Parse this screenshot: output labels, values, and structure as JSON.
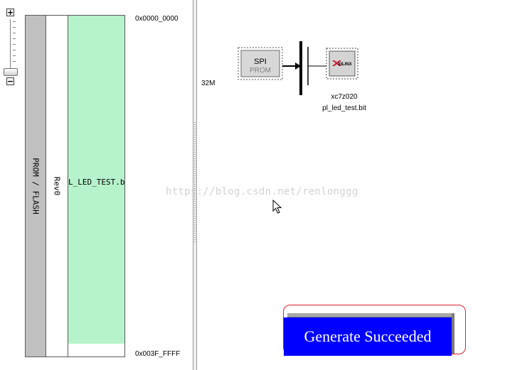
{
  "zoom": {
    "zoom_in": "+",
    "zoom_out": "−"
  },
  "memory_map": {
    "device_column": "PROM / FLASH",
    "revision_column": "Rev0",
    "file_entry": "L_LED_TEST.bi",
    "start_address": "0x0000_0000",
    "end_address": "0x003F_FFFF"
  },
  "chain": {
    "size_label": "32M",
    "prom": {
      "title": "SPI",
      "subtitle": "PROM"
    },
    "fpga": {
      "logo": "XILINX",
      "part": "xc7z020",
      "file": "pl_led_test.bit"
    }
  },
  "watermark": "https://blog.csdn.net/renlonggg",
  "status": {
    "message": "Generate Succeeded"
  },
  "colors": {
    "file_fill": "#b6f2cb",
    "device_fill": "#c0c0c0",
    "status_bg": "#0000ff",
    "status_outline": "#e0202a"
  },
  "icons": {
    "cursor": "arrow-cursor-icon"
  }
}
